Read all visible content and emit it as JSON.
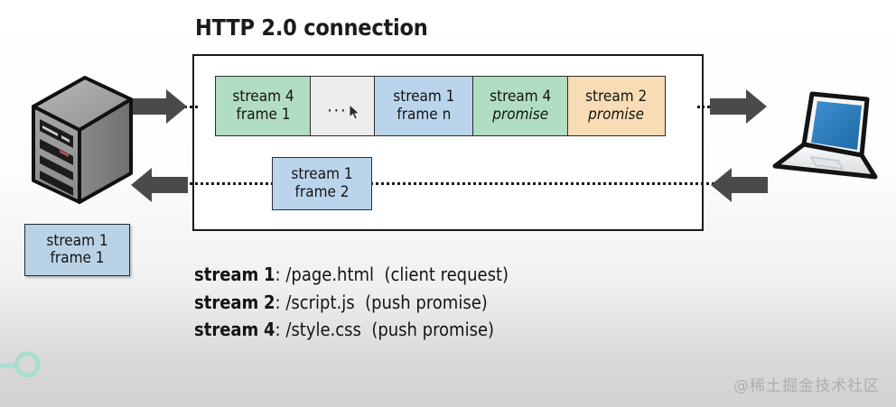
{
  "title": "HTTP 2.0 connection",
  "colors": {
    "green": "#b1ddc3",
    "blue": "#bad5eb",
    "orange": "#f8dcb5",
    "gray": "#ececec",
    "border": "#1a1a1a",
    "arrow": "#4a4a4a",
    "laptop_screen": "#2d7ab8",
    "server_body": "#8c8c8c"
  },
  "connection": {
    "frames_row1": [
      {
        "line1": "stream 4",
        "line2": "frame 1",
        "color": "green",
        "italic2": false
      },
      {
        "line1": "",
        "line2": "···",
        "color": "gray",
        "italic2": false
      },
      {
        "line1": "stream 1",
        "line2": "frame n",
        "color": "blue",
        "italic2": false
      },
      {
        "line1": "stream 4",
        "line2": "promise",
        "color": "green",
        "italic2": true
      },
      {
        "line1": "stream 2",
        "line2": "promise",
        "color": "orange",
        "italic2": true
      }
    ],
    "frames_row2": [
      {
        "line1": "stream 1",
        "line2": "frame 2",
        "color": "blue",
        "italic2": false
      }
    ]
  },
  "standalone_frame": {
    "line1": "stream 1",
    "line2": "frame 1",
    "color": "blue"
  },
  "legend": [
    {
      "label": "stream",
      "number": "1",
      "path": ": /page.html",
      "note": "(client request)"
    },
    {
      "label": "stream",
      "number": "2",
      "path": ": /script.js",
      "note": "(push promise)"
    },
    {
      "label": "stream",
      "number": "4",
      "path": ": /style.css",
      "note": "(push promise)"
    }
  ],
  "icons": {
    "server": "server-tower-icon",
    "laptop": "laptop-icon",
    "arrow_in_top": "arrow-right-icon",
    "arrow_in_bottom": "arrow-left-icon",
    "arrow_out_top": "arrow-right-icon",
    "arrow_out_bottom": "arrow-left-icon",
    "cursor": "mouse-pointer-icon"
  },
  "watermark": "@稀土掘金技术社区"
}
